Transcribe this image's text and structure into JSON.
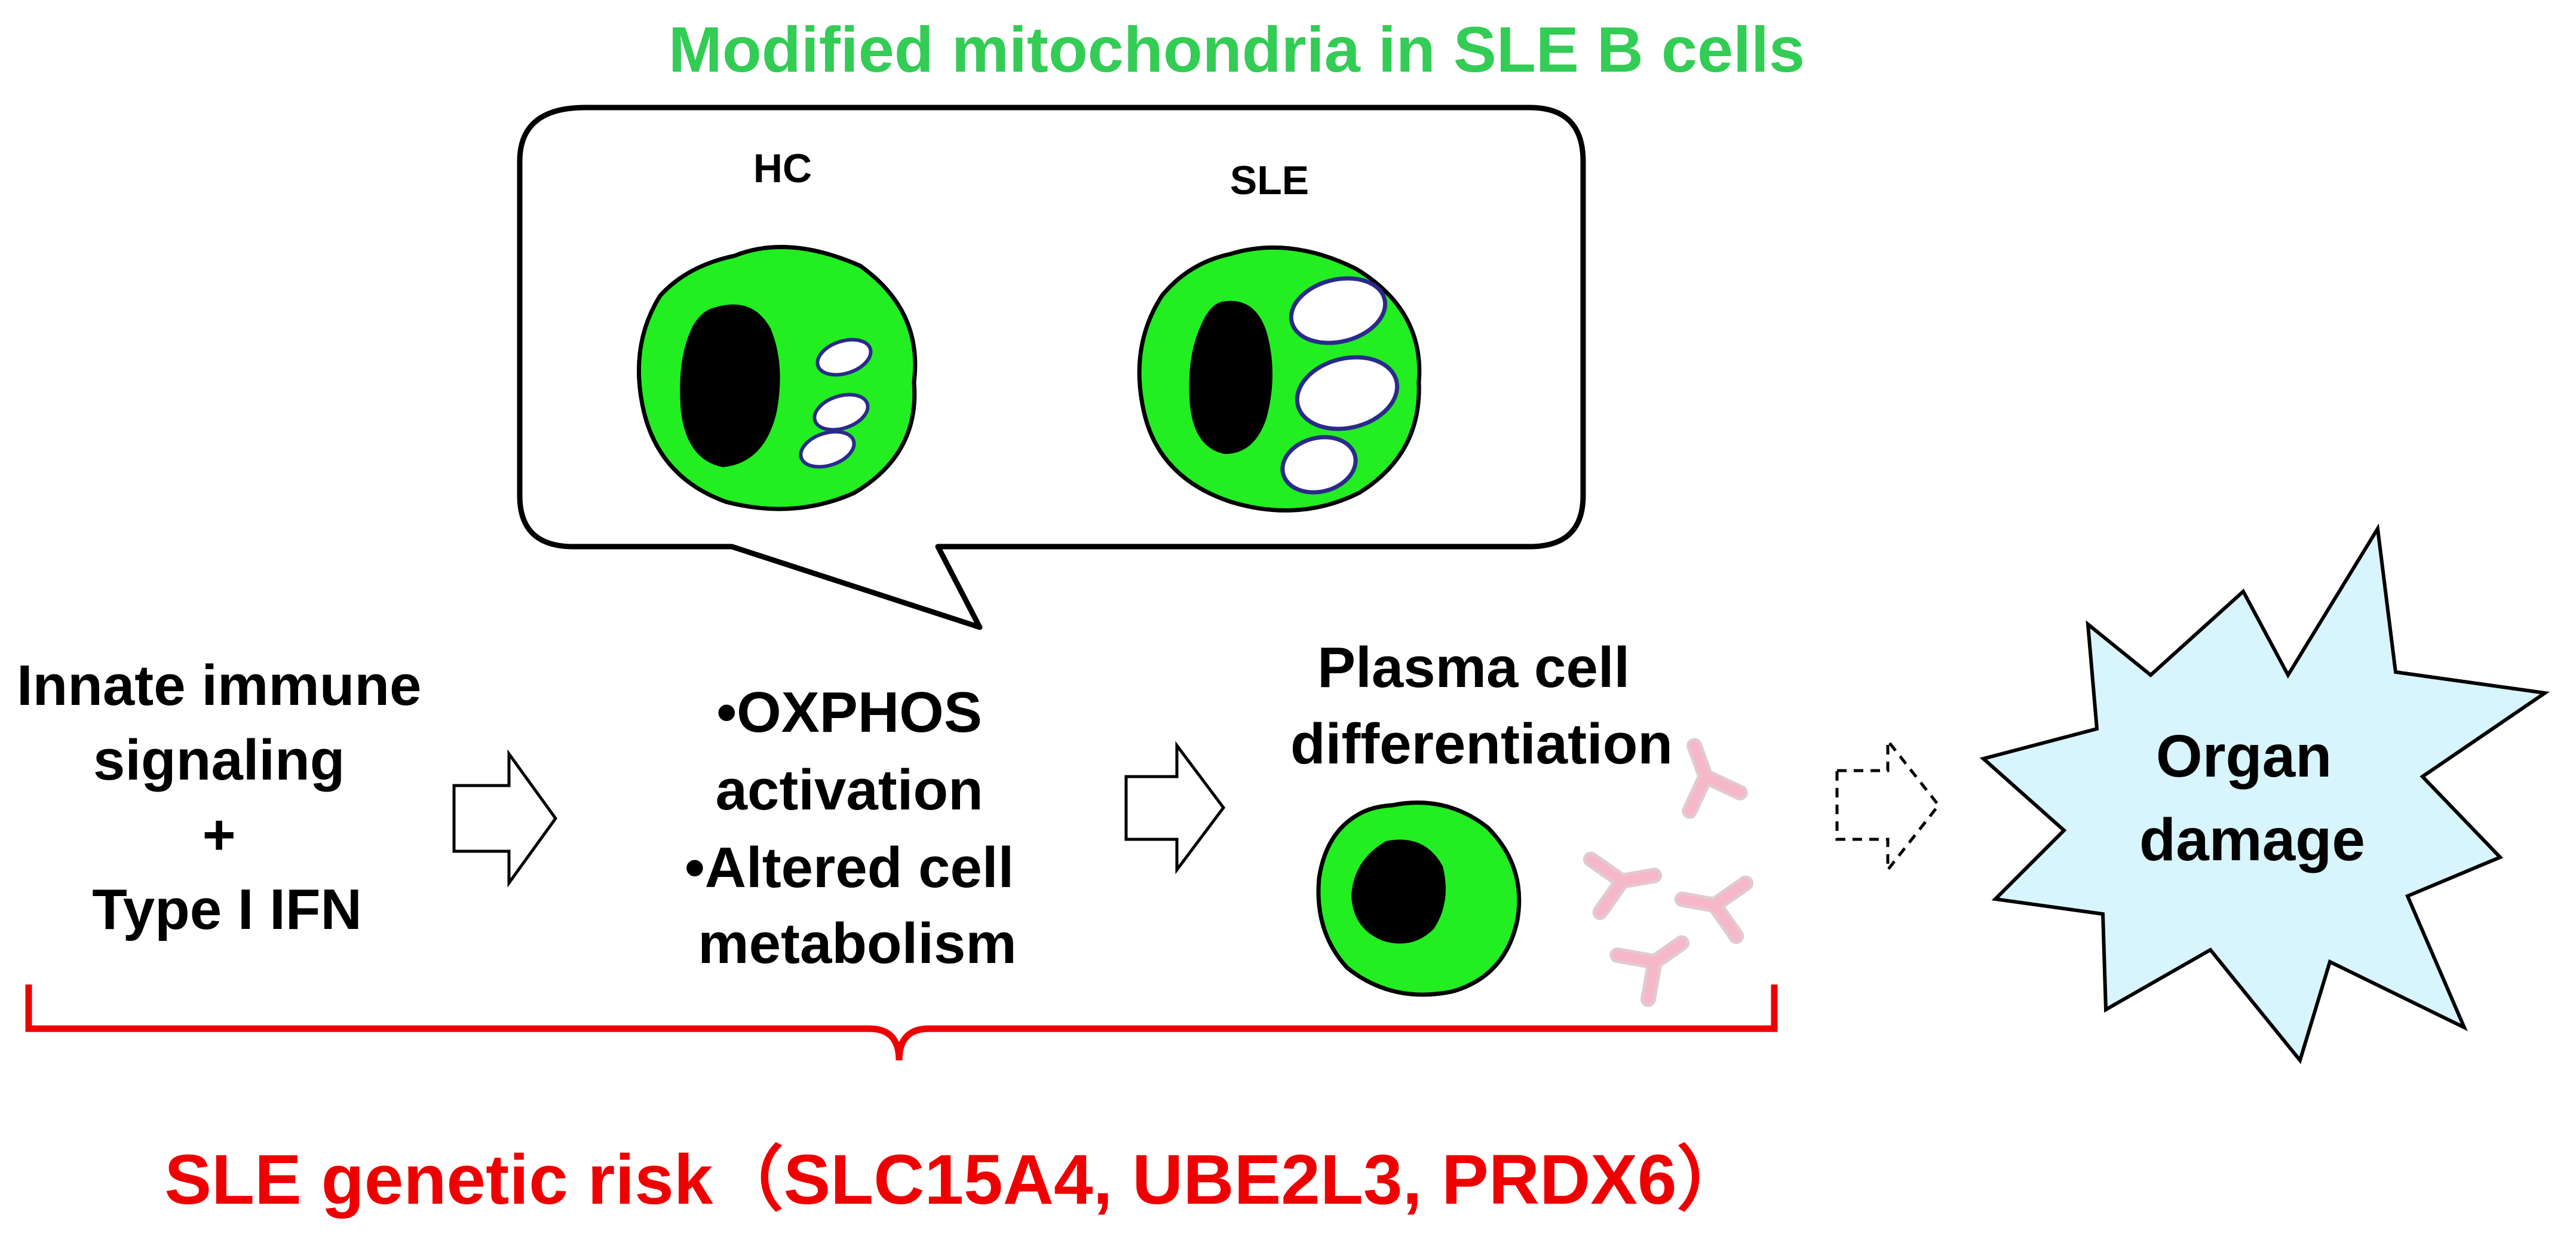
{
  "title": "Modified mitochondria in SLE B cells",
  "bubble": {
    "left_label": "HC",
    "right_label": "SLE"
  },
  "steps": {
    "step1": {
      "lines": [
        "Innate immune",
        "signaling",
        "+",
        "Type I IFN"
      ]
    },
    "step2": {
      "lines": [
        "•OXPHOS",
        "activation",
        "•Altered cell",
        "metabolism"
      ]
    },
    "step3": {
      "lines": [
        "Plasma cell",
        "differentiation"
      ]
    },
    "outcome": {
      "lines": [
        "Organ",
        "damage"
      ]
    }
  },
  "genetic_risk": "SLE genetic risk（SLC15A4, UBE2L3, PRDX6）",
  "colors": {
    "title_green": "#33CC55",
    "cell_green": "#22EE22",
    "risk_red": "#EE0000",
    "burst_fill": "#D8F4FC",
    "antibody_pink": "#F6B8C8",
    "mito_outline": "#2A2A8A"
  }
}
